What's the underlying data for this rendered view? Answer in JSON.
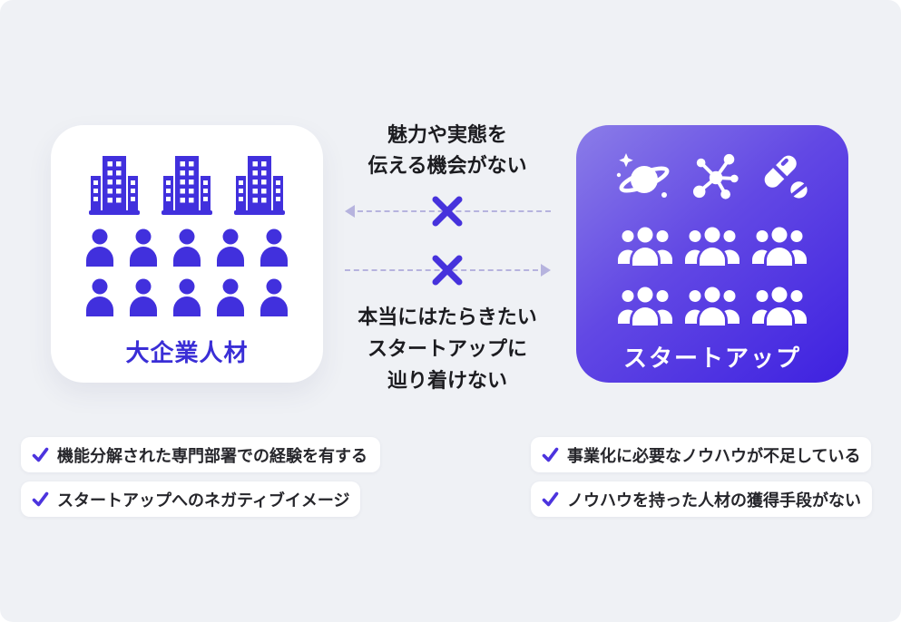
{
  "colors": {
    "panel_bg": "#eff1f5",
    "indigo_icon": "#4130dd",
    "left_label": "#3a2ed6",
    "right_gradient_start": "#8b7de8",
    "right_gradient_end": "#3e21e0",
    "dashed_arrow": "#b6b3de",
    "x_mark": "#4632dc",
    "check_mark": "#4c34de",
    "message_text": "#1c1c20",
    "pill_bg": "#ffffff",
    "pill_text": "#26262b"
  },
  "left_card": {
    "label": "大企業人材",
    "building_count": 3,
    "person_rows": 2,
    "persons_per_row": 5
  },
  "right_card": {
    "label": "スタートアップ",
    "icons": [
      "planet-icon",
      "molecule-icon",
      "pill-icon"
    ],
    "group_rows": 2,
    "groups_per_row": 3
  },
  "center": {
    "top_message_lines": [
      "魅力や実態を",
      "伝える機会がない"
    ],
    "bottom_message_lines": [
      "本当にはたらきたい",
      "スタートアップに",
      "辿り着けない"
    ],
    "arrow_top_direction": "left",
    "arrow_bottom_direction": "right"
  },
  "bottom_notes": {
    "left": [
      "機能分解された専門部署での経験を有する",
      "スタートアップへのネガティブイメージ"
    ],
    "right": [
      "事業化に必要なノウハウが不足している",
      "ノウハウを持った人材の獲得手段がない"
    ]
  }
}
